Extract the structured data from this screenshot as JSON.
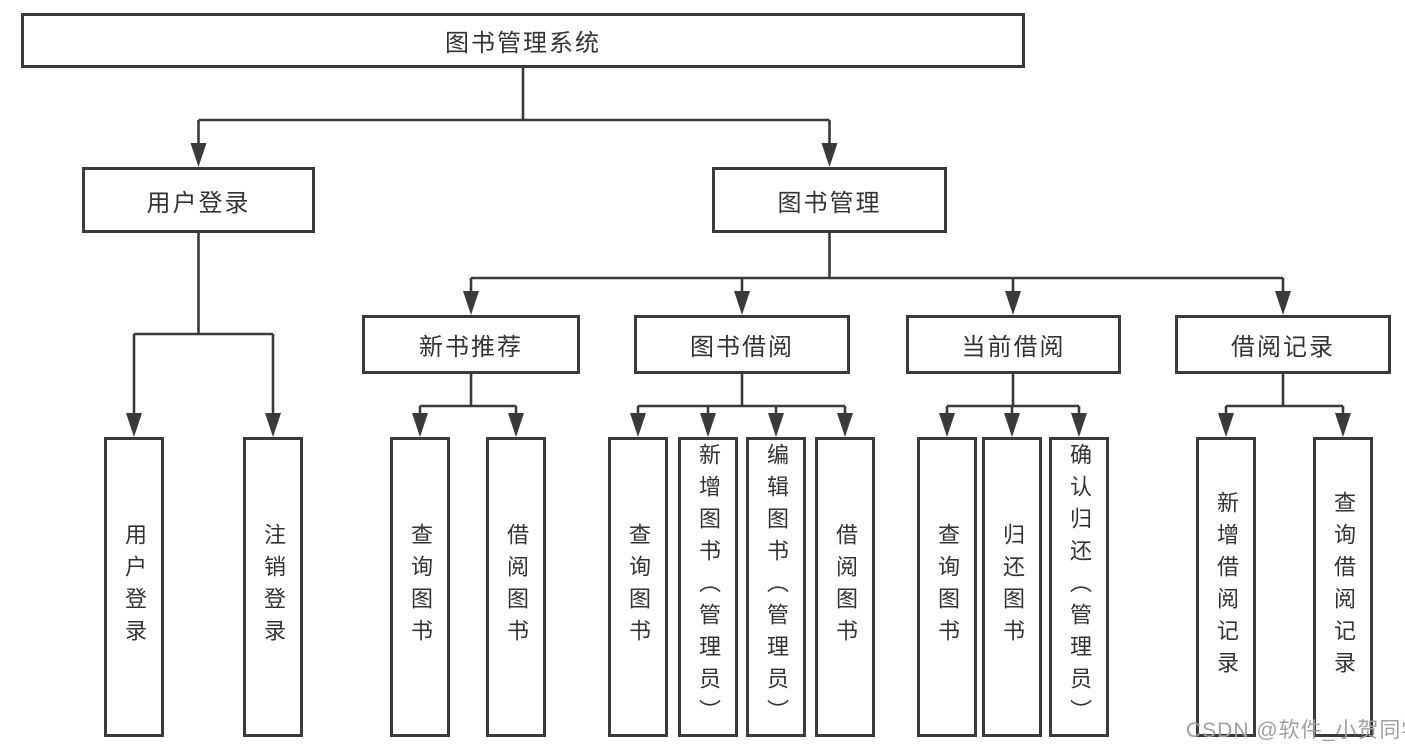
{
  "root": {
    "label": "图书管理系统"
  },
  "level2": [
    {
      "label": "用户登录"
    },
    {
      "label": "图书管理"
    }
  ],
  "level3": [
    {
      "label": "新书推荐"
    },
    {
      "label": "图书借阅"
    },
    {
      "label": "当前借阅"
    },
    {
      "label": "借阅记录"
    }
  ],
  "leaves": [
    {
      "label": "用户登录"
    },
    {
      "label": "注销登录"
    },
    {
      "label": "查询图书"
    },
    {
      "label": "借阅图书"
    },
    {
      "label": "查询图书"
    },
    {
      "label": "新增图书（管理员）"
    },
    {
      "label": "编辑图书（管理员）"
    },
    {
      "label": "借阅图书"
    },
    {
      "label": "查询图书"
    },
    {
      "label": "归还图书"
    },
    {
      "label": "确认归还（管理员）"
    },
    {
      "label": "新增借阅记录"
    },
    {
      "label": "查询借阅记录"
    }
  ],
  "watermark": "CSDN @软件_小贺同学",
  "colors": {
    "line": "#3a3a3a",
    "text": "#333333",
    "background": "#ffffff",
    "watermark": "#a0a0a0"
  }
}
